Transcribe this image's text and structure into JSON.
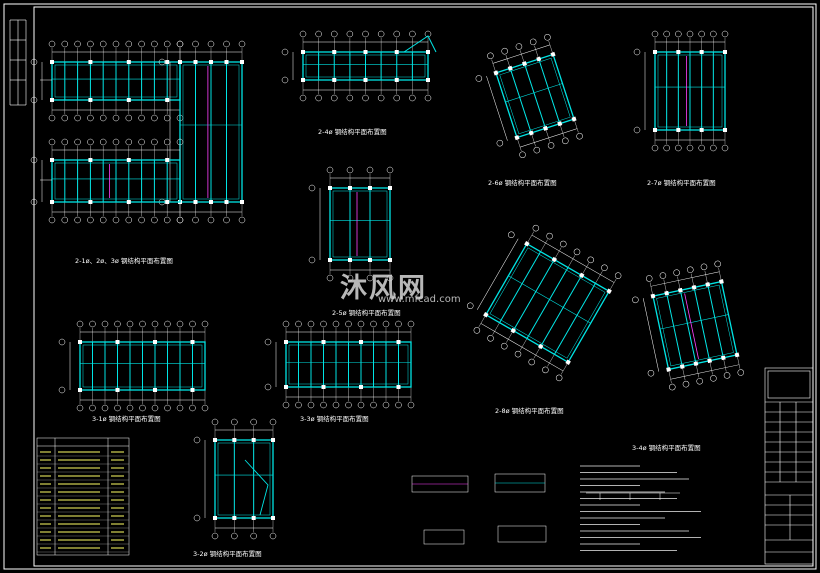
{
  "plans": [
    {
      "title": "2-1ø、2ø、3ø 钢结构平面布置图"
    },
    {
      "title": "2-4ø 钢结构平面布置图"
    },
    {
      "title": "2-6ø 钢结构平面布置图"
    },
    {
      "title": "2-7ø 钢结构平面布置图"
    },
    {
      "title": "2-5ø 钢结构平面布置图"
    },
    {
      "title": "2-8ø 钢结构平面布置图"
    },
    {
      "title": "3-1ø 钢结构平面布置图"
    },
    {
      "title": "3-3ø 钢结构平面布置图"
    },
    {
      "title": "3-4ø 钢结构平面布置图"
    },
    {
      "title": "3-2ø 钢结构平面布置图"
    }
  ],
  "watermark": {
    "brand": "沐风网",
    "url": "www.mfcad.com"
  },
  "colors": {
    "background": "#000000",
    "beam": "#00e5e5",
    "grid": "#ffffff",
    "axis": "#f0f060",
    "accent": "#ff40ff"
  }
}
